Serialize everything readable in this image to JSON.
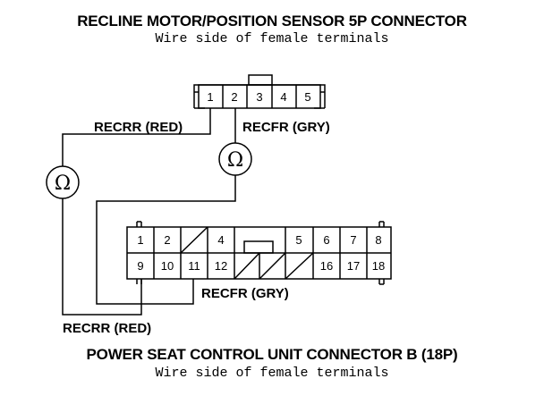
{
  "top_connector": {
    "title": "RECLINE MOTOR/POSITION SENSOR 5P CONNECTOR",
    "subtitle": "Wire side of female terminals",
    "pins": [
      "1",
      "2",
      "3",
      "4",
      "5"
    ]
  },
  "bottom_connector": {
    "title": "POWER SEAT CONTROL UNIT CONNECTOR B (18P)",
    "subtitle": "Wire side of female terminals",
    "row1": [
      "1",
      "2",
      "",
      "4",
      "",
      "",
      "5",
      "6",
      "7",
      "8"
    ],
    "row2": [
      "9",
      "10",
      "11",
      "12",
      "",
      "",
      "",
      "16",
      "17",
      "18"
    ]
  },
  "wires": {
    "recrr_top": "RECRR (RED)",
    "recfr_top": "RECFR (GRY)",
    "recfr_bottom": "RECFR (GRY)",
    "recrr_bottom": "RECRR (RED)"
  },
  "meters": {
    "left_symbol": "Ω",
    "right_symbol": "Ω"
  }
}
